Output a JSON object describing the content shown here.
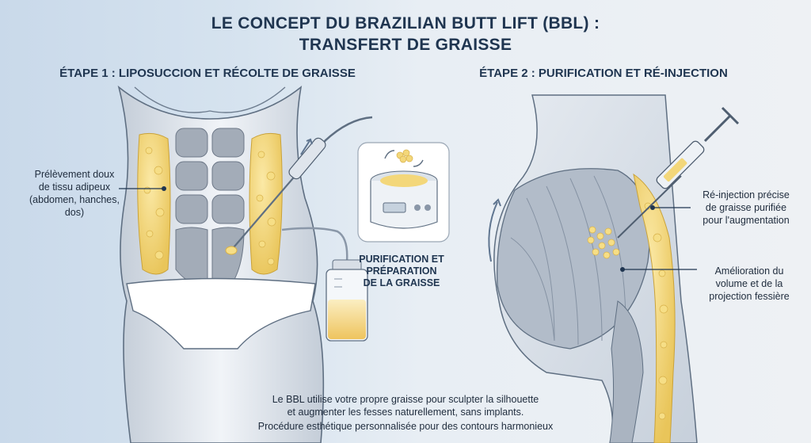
{
  "title": {
    "line1": "LE CONCEPT DU BRAZILIAN BUTT LIFT (BBL) :",
    "line2": "TRANSFERT DE GRAISSE"
  },
  "step1": {
    "heading": "ÉTAPE 1 : LIPOSUCCION ET RÉCOLTE DE GRAISSE"
  },
  "step2": {
    "heading": "ÉTAPE 2 : PURIFICATION ET RÉ-INJECTION"
  },
  "labels": {
    "harvest": [
      "Prélèvement doux",
      "de tissu adipeux",
      "(abdomen, hanches,",
      "dos)"
    ],
    "purification": [
      "PURIFICATION ET",
      "PRÉPARATION",
      "DE LA GRAISSE"
    ],
    "reinjection": [
      "Ré-injection précise",
      "de graisse purifiée",
      "pour l'augmentation"
    ],
    "volume": [
      "Amélioration du",
      "volume et de la",
      "projection fessière"
    ]
  },
  "footer": {
    "line1": "Le BBL utilise votre propre graisse pour sculpter la silhouette",
    "line2": "et augmenter les fesses naturellement, sans implants.",
    "line3": "Procédure esthétique personnalisée pour des contours harmonieux"
  },
  "colors": {
    "fat": "#f3d77a",
    "fat_dark": "#e2b73f",
    "muscle": "#9aa4b1",
    "skin": "#e7ecf2",
    "accent": "#1f3550"
  }
}
